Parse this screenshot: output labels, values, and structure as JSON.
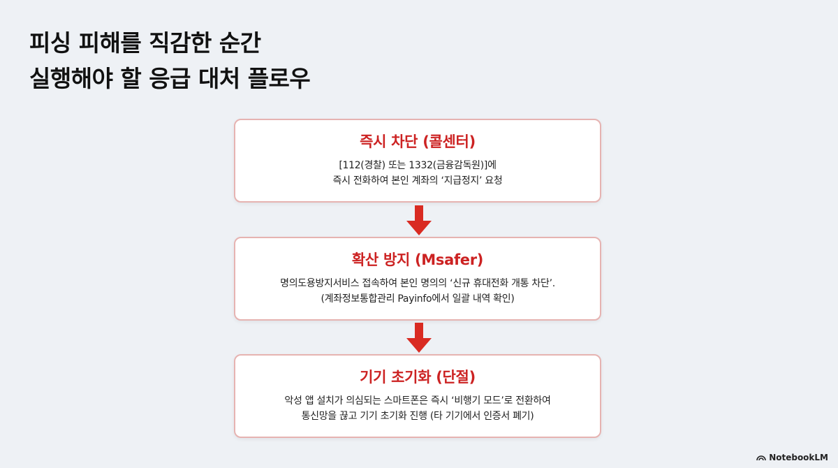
{
  "title": {
    "line1": "피싱 피해를 직감한 순간",
    "line2": "실행해야 할 응급 대처 플로우"
  },
  "steps": [
    {
      "title": "즉시 차단 (콜센터)",
      "line1": "[112(경찰) 또는 1332(금융감독원)]에",
      "line2": "즉시 전화하여 본인 계좌의 ‘지급정지’ 요청"
    },
    {
      "title": "확산 방지 (Msafer)",
      "line1": "명의도용방지서비스 접속하여 본인 명의의 ‘신규 휴대전화 개통 차단’.",
      "line2": "(계좌정보통합관리 Payinfo에서 일괄 내역 확인)"
    },
    {
      "title": "기기 초기화 (단절)",
      "line1": "악성 앱 설치가 의심되는 스마트폰은 즉시 ‘비행기 모드’로 전환하여",
      "line2": "통신망을 끊고 기기 초기화 진행 (타 기기에서 인증서 폐기)"
    }
  ],
  "brand": {
    "label": "NotebookLM",
    "icon": "notebooklm-logo-icon"
  },
  "colors": {
    "accent": "#cc2222",
    "card_border": "#e6b3b1",
    "arrow": "#d92b22",
    "background": "#eef1f5"
  }
}
